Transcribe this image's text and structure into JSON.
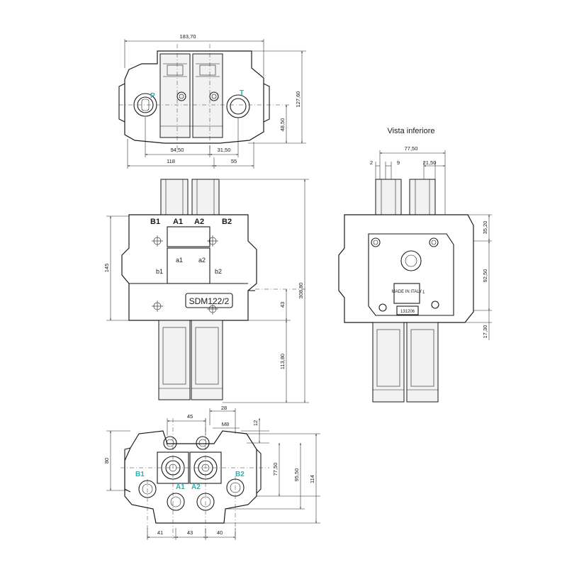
{
  "view_title": "Vista inferiore",
  "model_label": "SDM122/2",
  "made_in": "MADE IN ITALY",
  "serial": "131206",
  "marker_1": "1",
  "ports": {
    "p": "P",
    "t": "T",
    "b1": "B1",
    "b2": "B2",
    "a1": "A1",
    "a2": "A2",
    "a1_small": "a1",
    "a2_small": "a2",
    "b1_small": "b1",
    "b2_small": "b2"
  },
  "thread": "M8",
  "dims": {
    "top_width": "183,70",
    "top_height": "127,60",
    "top_port_height": "48,50",
    "top_9450": "94,50",
    "top_3150": "31,50",
    "top_118": "118",
    "top_55": "55",
    "front_145": "145",
    "front_30880": "308,80",
    "front_43": "43",
    "front_11380": "113,80",
    "side_7750": "77,50",
    "side_2": "2",
    "side_9": "9",
    "side_2150": "21,50",
    "side_3520": "35,20",
    "side_9250": "92,50",
    "side_1730": "17,30",
    "bot_45": "45",
    "bot_28": "28",
    "bot_12": "12",
    "bot_80": "80",
    "bot_7750": "77,50",
    "bot_9550": "95,50",
    "bot_114": "114",
    "bot_41": "41",
    "bot_43": "43",
    "bot_40": "40"
  }
}
